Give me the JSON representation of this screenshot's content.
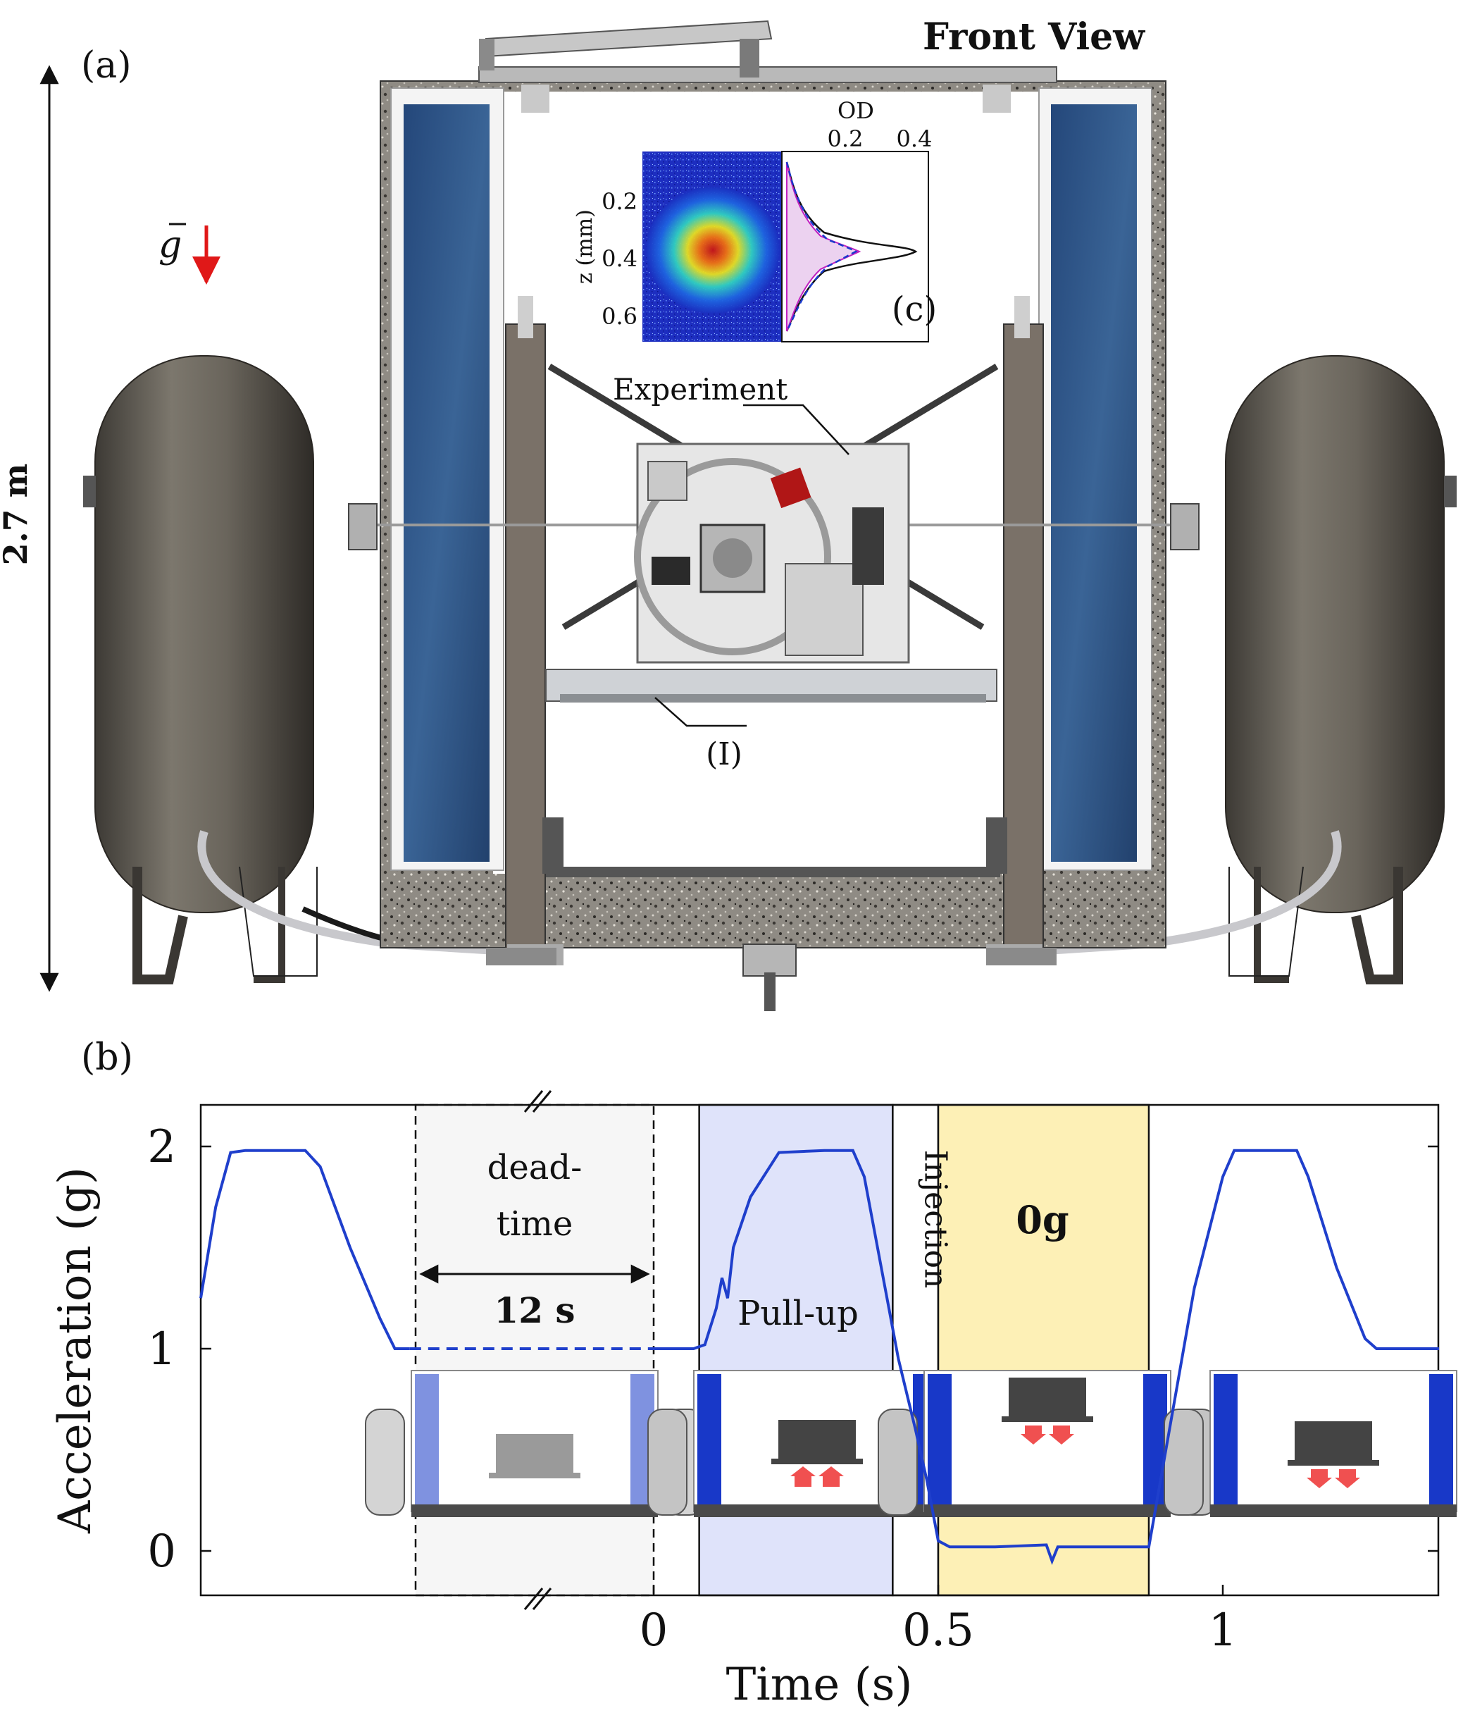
{
  "panel_a": {
    "label": "(a)",
    "title": "Front View",
    "height_label": "2.7 m",
    "gravity_label": "g",
    "experiment_label": "Experiment",
    "platform_label": "(I)"
  },
  "panel_c": {
    "label": "(c)",
    "od_label": "OD",
    "od_ticks": [
      "0.2",
      "0.4"
    ],
    "z_label": "z (mm)",
    "z_ticks": [
      "0.2",
      "0.4",
      "0.6"
    ]
  },
  "panel_b": {
    "label": "(b)"
  },
  "chart_data": {
    "type": "line",
    "title": "",
    "xlabel": "Time (s)",
    "ylabel": "Acceleration (g)",
    "x_tick_labels": [
      "0",
      "0.5",
      "1"
    ],
    "y_tick_labels": [
      "0",
      "1",
      "2"
    ],
    "ylim": [
      0,
      2
    ],
    "xlim_after_break": [
      0,
      1.38
    ],
    "dead_time_label": "12 s",
    "regions": [
      {
        "name": "dead-time",
        "label_lines": [
          "dead-",
          "time"
        ],
        "span": "12 s",
        "color": "#f5f5f5"
      },
      {
        "name": "Pull-up",
        "x": [
          0.08,
          0.42
        ],
        "color": "#dfe3fa"
      },
      {
        "name": "Injection",
        "x": [
          0.42,
          0.5
        ]
      },
      {
        "name": "0g",
        "x": [
          0.5,
          0.87
        ],
        "color": "#fdf0b6"
      }
    ],
    "series": [
      {
        "color": "#1f3fcc",
        "pre_break_points": [
          [
            -0.33,
            1.25
          ],
          [
            -0.31,
            1.7
          ],
          [
            -0.29,
            1.97
          ],
          [
            -0.27,
            1.98
          ],
          [
            -0.19,
            1.98
          ],
          [
            -0.17,
            1.9
          ],
          [
            -0.13,
            1.5
          ],
          [
            -0.09,
            1.15
          ],
          [
            -0.07,
            1.0
          ],
          [
            -0.05,
            1.0
          ]
        ],
        "dead_time_value": 1.0,
        "points": [
          [
            0.0,
            1.0
          ],
          [
            0.07,
            1.0
          ],
          [
            0.09,
            1.02
          ],
          [
            0.11,
            1.2
          ],
          [
            0.12,
            1.35
          ],
          [
            0.13,
            1.25
          ],
          [
            0.14,
            1.5
          ],
          [
            0.17,
            1.75
          ],
          [
            0.22,
            1.97
          ],
          [
            0.3,
            1.98
          ],
          [
            0.35,
            1.98
          ],
          [
            0.37,
            1.85
          ],
          [
            0.4,
            1.4
          ],
          [
            0.43,
            0.95
          ],
          [
            0.46,
            0.6
          ],
          [
            0.48,
            0.35
          ],
          [
            0.5,
            0.05
          ],
          [
            0.52,
            0.02
          ],
          [
            0.6,
            0.02
          ],
          [
            0.69,
            0.03
          ],
          [
            0.7,
            -0.05
          ],
          [
            0.71,
            0.02
          ],
          [
            0.8,
            0.02
          ],
          [
            0.87,
            0.02
          ],
          [
            0.9,
            0.5
          ],
          [
            0.95,
            1.3
          ],
          [
            1.0,
            1.85
          ],
          [
            1.02,
            1.98
          ],
          [
            1.13,
            1.98
          ],
          [
            1.15,
            1.85
          ],
          [
            1.2,
            1.4
          ],
          [
            1.25,
            1.05
          ],
          [
            1.27,
            1.0
          ],
          [
            1.38,
            1.0
          ]
        ]
      }
    ]
  }
}
